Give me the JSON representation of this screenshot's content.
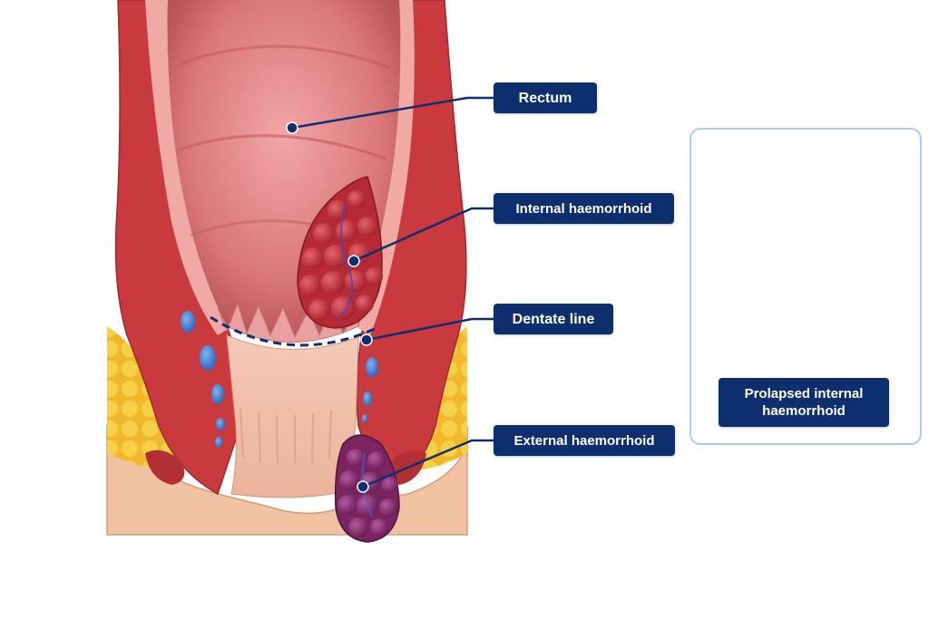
{
  "labels": {
    "rectum": "Rectum",
    "internal": "Internal haemorrhoid",
    "dentate": "Dentate line",
    "external": "External haemorrhoid",
    "prolapsed": "Prolapsed internal haemorrhoid"
  },
  "colors": {
    "label_bg": "#0d2f6e",
    "leader": "#0d2f6e",
    "muscle": "#c93a3e",
    "mucosa": "#e58b8e",
    "fat": "#f2c531",
    "vein": "#3a78d0",
    "internal_haemorrhoid": "#c0303a",
    "external_haemorrhoid": "#8a2a6a",
    "skin": "#f3c7a8",
    "inset_border": "#a9cdf0"
  }
}
